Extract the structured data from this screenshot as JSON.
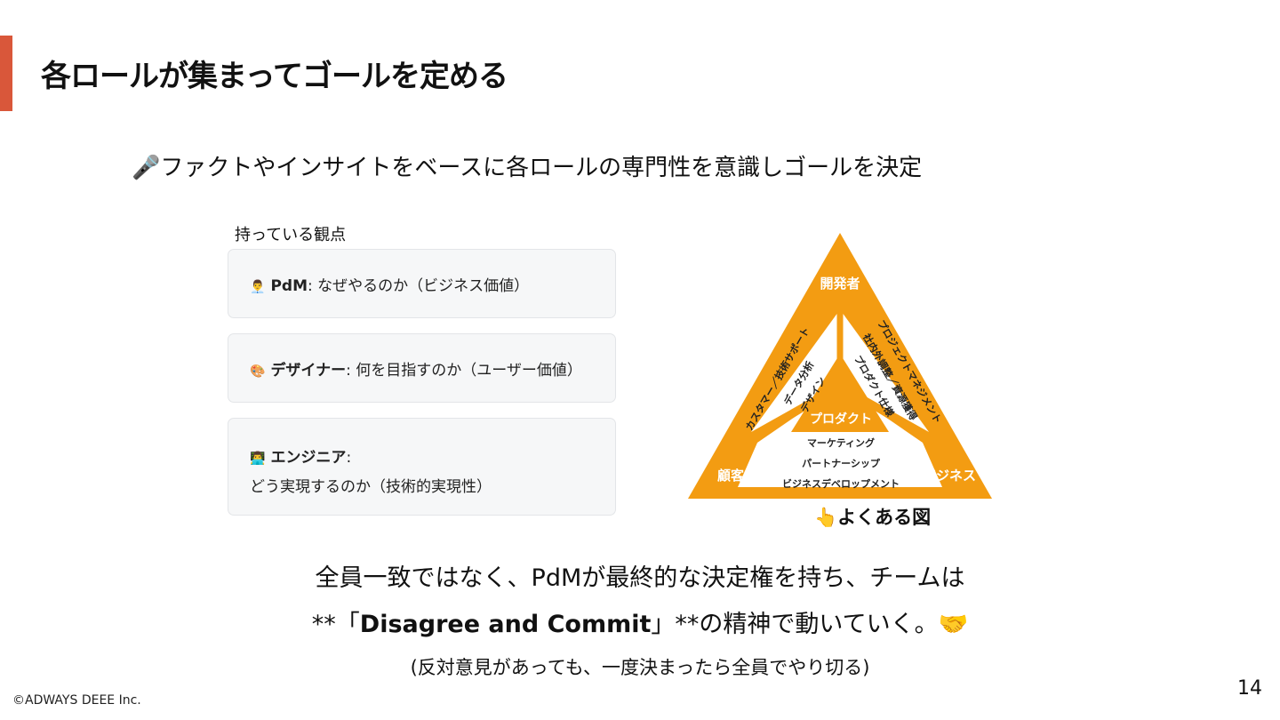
{
  "slide": {
    "title": "各ロールが集まってゴールを定める",
    "subtitle_icon": "microphone-icon",
    "subtitle_emoji": "🎤",
    "subtitle": "ファクトやインサイトをベースに各ロールの専門性を意識しゴールを決定",
    "accent_color": "#d9573a"
  },
  "perspectives": {
    "label": "持っている観点",
    "items": [
      {
        "icon": "👨‍💼",
        "role": "PdM",
        "separator": ":",
        "text": " なぜやるのか（ビジネス価値）"
      },
      {
        "icon": "🎨",
        "role": "デザイナー",
        "separator": ":",
        "text": " 何を目指すのか（ユーザー価値）"
      },
      {
        "icon": "👨‍💻",
        "role": "エンジニア",
        "separator": ":",
        "text": " どう実現するのか（技術的実現性）"
      }
    ]
  },
  "triangle": {
    "color": "#f39c12",
    "top": "開発者",
    "left": "顧客",
    "right": "ビジネス",
    "center": "プロダクト",
    "left_band": [
      "カスタマー／技術サポート",
      "データ分析",
      "デザイン"
    ],
    "right_band": [
      "プロジェクトマネジメント",
      "社内外調整／資源獲得",
      "プロダクト仕様"
    ],
    "bottom_band": [
      "マーケティング",
      "パートナーシップ",
      "ビジネスデベロップメント"
    ],
    "caption_icon": "👆",
    "caption": "よくある図"
  },
  "message": {
    "line1": "全員一致ではなく、PdMが最終的な決定権を持ち、チームは",
    "line2_pre": "**「",
    "line2_bold": "Disagree and Commit",
    "line2_post": "」**の精神で動いていく。",
    "line2_emoji": "🤝",
    "line3": "(反対意見があっても、一度決まったら全員でやり切る)"
  },
  "footer": {
    "copyright": "©ADWAYS DEEE Inc.",
    "page_number": "14"
  }
}
